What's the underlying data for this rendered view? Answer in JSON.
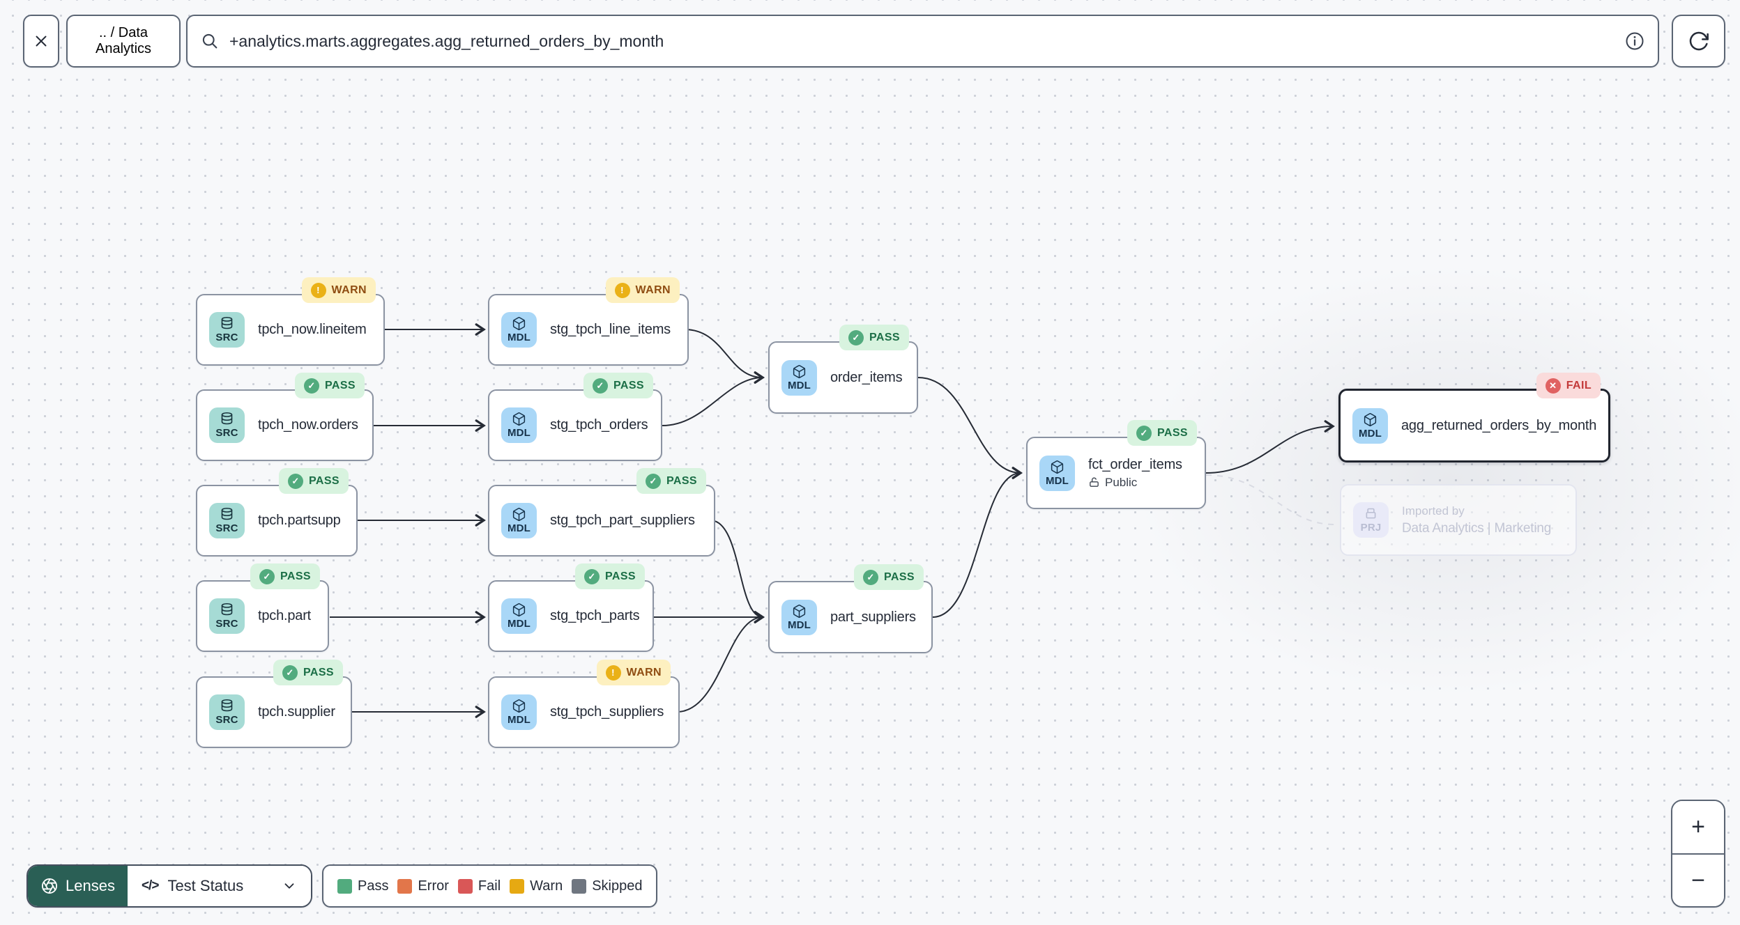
{
  "toolbar": {
    "breadcrumb": ".. / Data Analytics",
    "search": {
      "value": "+analytics.marts.aggregates.agg_returned_orders_by_month"
    }
  },
  "icons": {
    "close": "x-icon",
    "search": "magnifier",
    "info": "info-circle",
    "refresh": "circular-arrow",
    "lenses": "aperture",
    "chevron": "chevron-down",
    "src_chip": "database",
    "mdl_chip": "cube",
    "prj_chip": "project-box",
    "access": "unlock",
    "code_glyph": "</>",
    "pass_glyph": "✓",
    "warn_glyph": "!",
    "fail_glyph": "✕"
  },
  "nodes": [
    {
      "type": "SRC",
      "label": "tpch_now.lineitem",
      "status": "WARN"
    },
    {
      "type": "MDL",
      "label": "stg_tpch_line_items",
      "status": "WARN"
    },
    {
      "type": "SRC",
      "label": "tpch_now.orders",
      "status": "PASS"
    },
    {
      "type": "MDL",
      "label": "stg_tpch_orders",
      "status": "PASS"
    },
    {
      "type": "SRC",
      "label": "tpch.partsupp",
      "status": "PASS"
    },
    {
      "type": "MDL",
      "label": "stg_tpch_part_suppliers",
      "status": "PASS"
    },
    {
      "type": "SRC",
      "label": "tpch.part",
      "status": "PASS"
    },
    {
      "type": "MDL",
      "label": "stg_tpch_parts",
      "status": "PASS"
    },
    {
      "type": "SRC",
      "label": "tpch.supplier",
      "status": "PASS"
    },
    {
      "type": "MDL",
      "label": "stg_tpch_suppliers",
      "status": "WARN"
    },
    {
      "type": "MDL",
      "label": "order_items",
      "status": "PASS"
    },
    {
      "type": "MDL",
      "label": "part_suppliers",
      "status": "PASS"
    },
    {
      "type": "MDL",
      "label": "fct_order_items",
      "status": "PASS",
      "access": "Public"
    },
    {
      "type": "MDL",
      "label": "agg_returned_orders_by_month",
      "status": "FAIL"
    },
    {
      "type": "PRJ",
      "kicker": "Imported by",
      "label": "Data Analytics | Marketing"
    }
  ],
  "controls": {
    "lenses_label": "Lenses",
    "lens_selected": "Test Status",
    "zoom_in": "+",
    "zoom_out": "−"
  },
  "legend": {
    "items": [
      {
        "label": "Pass",
        "color": "#52ab7e"
      },
      {
        "label": "Error",
        "color": "#e2764a"
      },
      {
        "label": "Fail",
        "color": "#d95757"
      },
      {
        "label": "Warn",
        "color": "#e6a912"
      },
      {
        "label": "Skipped",
        "color": "#6f7680"
      }
    ]
  },
  "colors": {
    "canvas": "#f7f8fa",
    "node_border": "#8b93a2",
    "selected_border": "#20242e",
    "edge": "#262b35",
    "src_chip": "#a6dbd5",
    "mdl_chip": "#a9d7f7",
    "prj_chip": "#e9eaf8",
    "pass_bg": "#d8f3df",
    "pass_fg": "#1b6e46",
    "pass_icon": "#52ab7e",
    "warn_bg": "#fdf0c0",
    "warn_fg": "#8f4d12",
    "warn_icon": "#eab117",
    "fail_bg": "#fadbdb",
    "fail_fg": "#c33a3a",
    "fail_icon": "#e06262",
    "lenses_bg": "#2a5f55"
  }
}
